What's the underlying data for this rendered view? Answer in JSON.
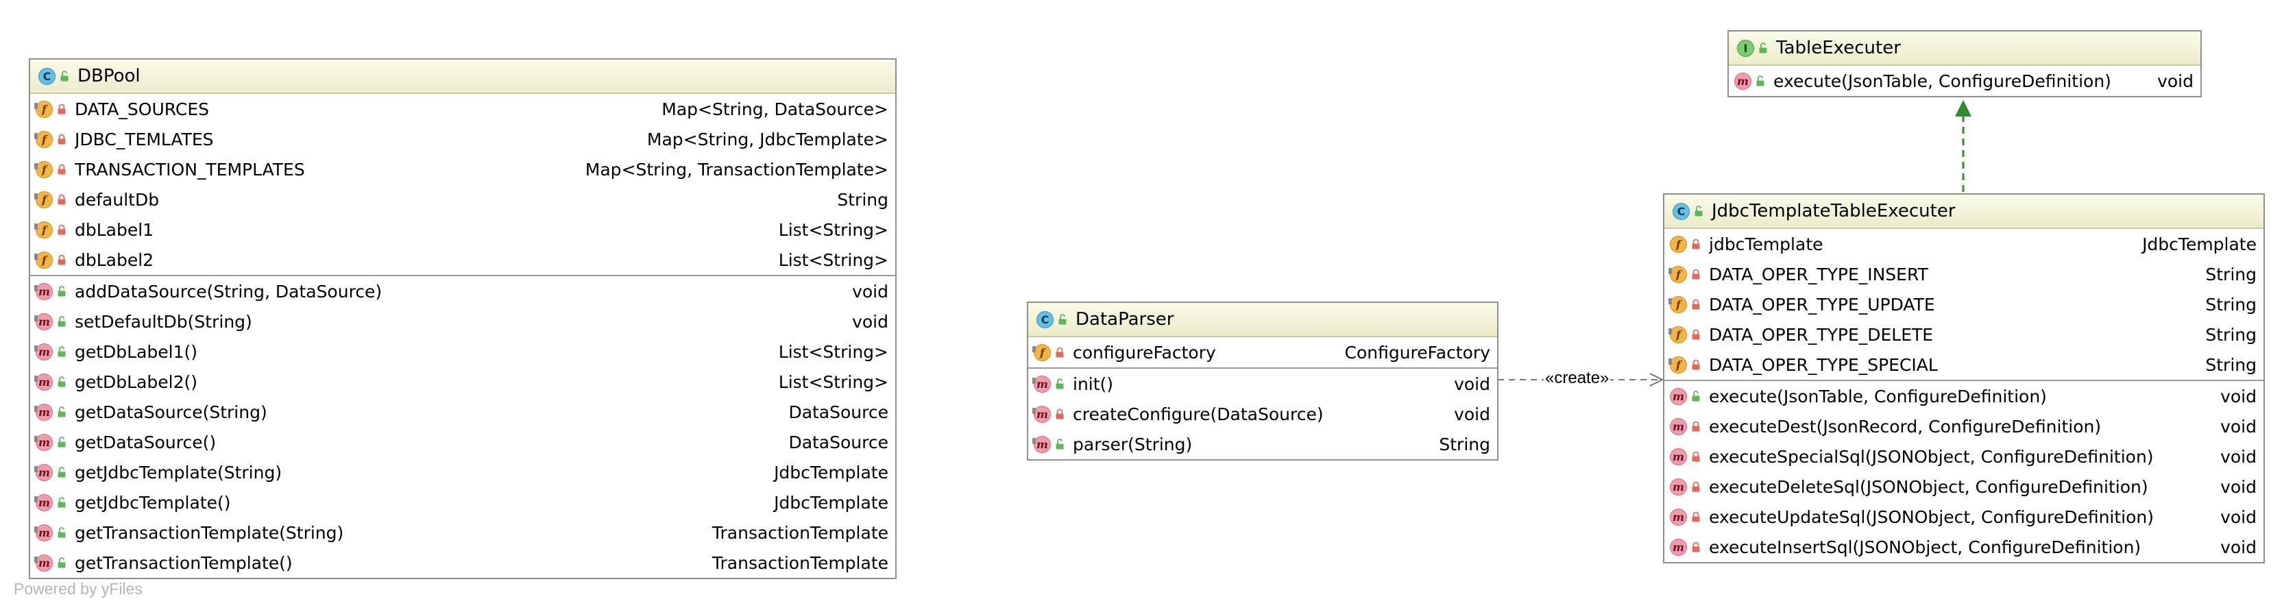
{
  "classes": {
    "dbpool": {
      "name": "DBPool",
      "kind": "class",
      "fields": [
        {
          "name": "DATA_SOURCES",
          "type": "Map<String, DataSource>",
          "static": true,
          "visibility": "private"
        },
        {
          "name": "JDBC_TEMLATES",
          "type": "Map<String, JdbcTemplate>",
          "static": true,
          "visibility": "private"
        },
        {
          "name": "TRANSACTION_TEMPLATES",
          "type": "Map<String, TransactionTemplate>",
          "static": true,
          "visibility": "private"
        },
        {
          "name": "defaultDb",
          "type": "String",
          "static": true,
          "visibility": "private"
        },
        {
          "name": "dbLabel1",
          "type": "List<String>",
          "static": true,
          "visibility": "private"
        },
        {
          "name": "dbLabel2",
          "type": "List<String>",
          "static": true,
          "visibility": "private"
        }
      ],
      "methods": [
        {
          "name": "addDataSource(String, DataSource)",
          "type": "void",
          "static": true,
          "visibility": "public"
        },
        {
          "name": "setDefaultDb(String)",
          "type": "void",
          "static": true,
          "visibility": "public"
        },
        {
          "name": "getDbLabel1()",
          "type": "List<String>",
          "static": true,
          "visibility": "public"
        },
        {
          "name": "getDbLabel2()",
          "type": "List<String>",
          "static": true,
          "visibility": "public"
        },
        {
          "name": "getDataSource(String)",
          "type": "DataSource",
          "static": true,
          "visibility": "public"
        },
        {
          "name": "getDataSource()",
          "type": "DataSource",
          "static": true,
          "visibility": "public"
        },
        {
          "name": "getJdbcTemplate(String)",
          "type": "JdbcTemplate",
          "static": true,
          "visibility": "public"
        },
        {
          "name": "getJdbcTemplate()",
          "type": "JdbcTemplate",
          "static": true,
          "visibility": "public"
        },
        {
          "name": "getTransactionTemplate(String)",
          "type": "TransactionTemplate",
          "static": true,
          "visibility": "public"
        },
        {
          "name": "getTransactionTemplate()",
          "type": "TransactionTemplate",
          "static": true,
          "visibility": "public"
        }
      ]
    },
    "dataparser": {
      "name": "DataParser",
      "kind": "class",
      "fields": [
        {
          "name": "configureFactory",
          "type": "ConfigureFactory",
          "static": true,
          "visibility": "private"
        }
      ],
      "methods": [
        {
          "name": "init()",
          "type": "void",
          "static": true,
          "visibility": "public"
        },
        {
          "name": "createConfigure(DataSource)",
          "type": "void",
          "static": true,
          "visibility": "private"
        },
        {
          "name": "parser(String)",
          "type": "String",
          "static": true,
          "visibility": "public"
        }
      ]
    },
    "tableexecuter": {
      "name": "TableExecuter",
      "kind": "interface",
      "fields": [],
      "methods": [
        {
          "name": "execute(JsonTable, ConfigureDefinition)",
          "type": "void",
          "static": false,
          "visibility": "public"
        }
      ]
    },
    "jdbctemplatetableexecuter": {
      "name": "JdbcTemplateTableExecuter",
      "kind": "class",
      "fields": [
        {
          "name": "jdbcTemplate",
          "type": "JdbcTemplate",
          "static": false,
          "visibility": "private"
        },
        {
          "name": "DATA_OPER_TYPE_INSERT",
          "type": "String",
          "static": true,
          "visibility": "private"
        },
        {
          "name": "DATA_OPER_TYPE_UPDATE",
          "type": "String",
          "static": true,
          "visibility": "private"
        },
        {
          "name": "DATA_OPER_TYPE_DELETE",
          "type": "String",
          "static": true,
          "visibility": "private"
        },
        {
          "name": "DATA_OPER_TYPE_SPECIAL",
          "type": "String",
          "static": true,
          "visibility": "private"
        }
      ],
      "methods": [
        {
          "name": "execute(JsonTable, ConfigureDefinition)",
          "type": "void",
          "static": false,
          "visibility": "public"
        },
        {
          "name": "executeDest(JsonRecord, ConfigureDefinition)",
          "type": "void",
          "static": false,
          "visibility": "private"
        },
        {
          "name": "executeSpecialSql(JSONObject, ConfigureDefinition)",
          "type": "void",
          "static": false,
          "visibility": "private"
        },
        {
          "name": "executeDeleteSql(JSONObject, ConfigureDefinition)",
          "type": "void",
          "static": false,
          "visibility": "private"
        },
        {
          "name": "executeUpdateSql(JSONObject, ConfigureDefinition)",
          "type": "void",
          "static": false,
          "visibility": "private"
        },
        {
          "name": "executeInsertSql(JSONObject, ConfigureDefinition)",
          "type": "void",
          "static": false,
          "visibility": "private"
        }
      ]
    }
  },
  "relations": {
    "create_label": "«create»",
    "create_color": "#888888",
    "implements_color": "#2e8b2e"
  },
  "icons": {
    "class": "C",
    "interface": "I",
    "field": "f",
    "method": "m"
  },
  "colors": {
    "header_top": "#fbfbe9",
    "header_bottom": "#ecebcb",
    "private_lock": "#e06a5d",
    "public_lock": "#5fb55a"
  },
  "watermark": "Powered by yFiles"
}
